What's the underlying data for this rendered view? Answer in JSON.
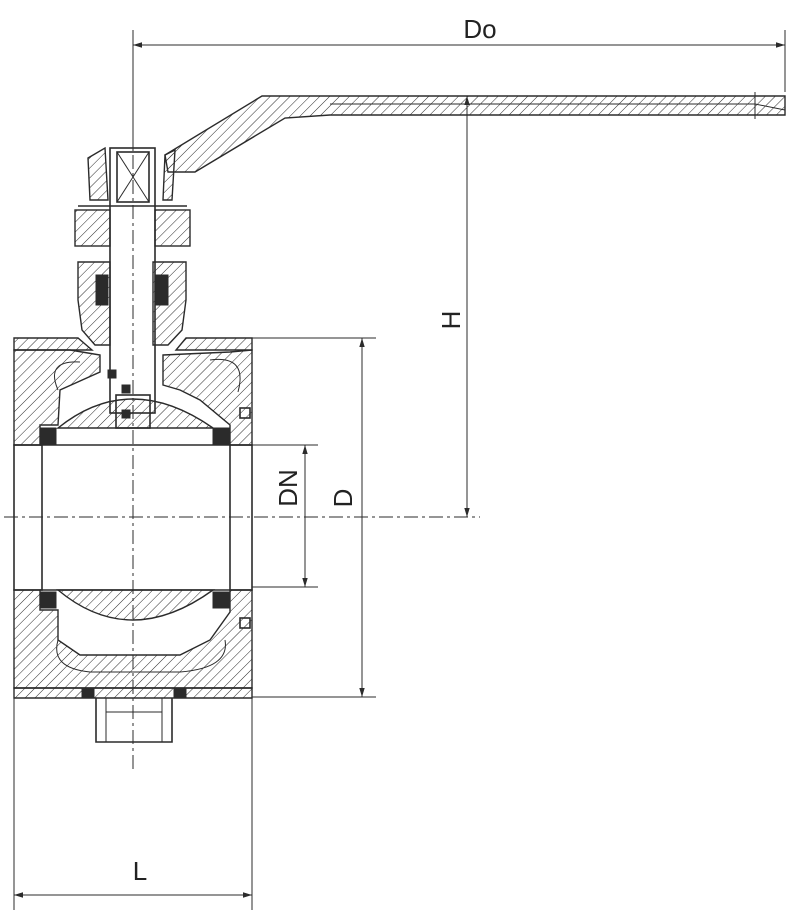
{
  "labels": {
    "do": "Do",
    "h": "H",
    "dn": "DN",
    "d": "D",
    "l": "L"
  },
  "style": {
    "line_color": "#2b2b2b",
    "background": "#ffffff"
  }
}
